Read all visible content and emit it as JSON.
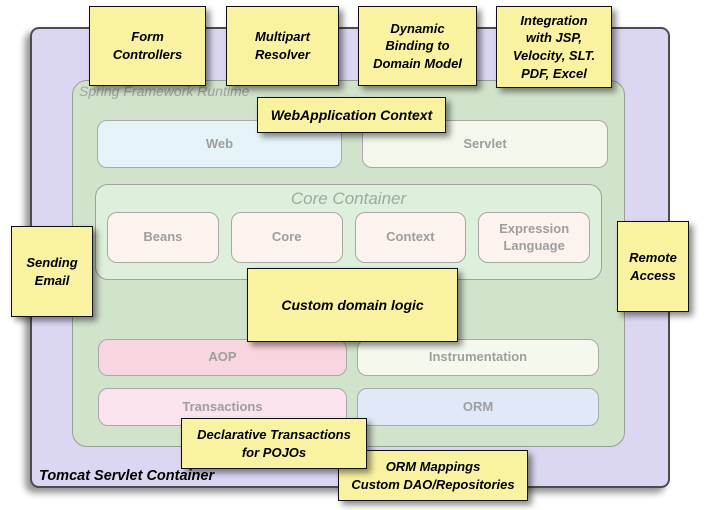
{
  "colors": {
    "outer_bg": "#dbd7f2",
    "runtime_bg": "#d2e3cc",
    "core_bg": "#def0db",
    "core_item_bg": "#fcf2ee",
    "web_bg": "#e6f4f9",
    "servlet_bg": "#f4f8ec",
    "aop_bg": "#f8d6df",
    "instrumentation_bg": "#f4f9ee",
    "transactions_bg": "#fbe3ee",
    "orm_bg": "#e1e9f8",
    "note_bg": "#f8f2a1",
    "note_border": "#101010",
    "module_label": "#9e9e9e"
  },
  "outer": {
    "label": "Tomcat Servlet Container"
  },
  "runtime": {
    "label": "Spring Framework Runtime"
  },
  "core": {
    "label": "Core Container",
    "items": [
      "Beans",
      "Core",
      "Context",
      "Expression Language"
    ]
  },
  "modules": {
    "web": "Web",
    "servlet": "Servlet",
    "aop": "AOP",
    "instrumentation": "Instrumentation",
    "transactions": "Transactions",
    "orm": "ORM"
  },
  "notes": {
    "form_controllers": "Form\nControllers",
    "multipart_resolver": "Multipart\nResolver",
    "dynamic_binding": "Dynamic\nBinding to\nDomain Model",
    "integration": "Integration\nwith JSP,\nVelocity, SLT.\nPDF, Excel",
    "webapplication_context": "WebApplication Context",
    "sending_email": "Sending\nEmail",
    "remote_access": "Remote\nAccess",
    "custom_domain_logic": "Custom domain logic",
    "declarative_transactions": "Declarative Transactions\nfor POJOs",
    "orm_mappings": "ORM Mappings\nCustom DAO/Repositories"
  }
}
